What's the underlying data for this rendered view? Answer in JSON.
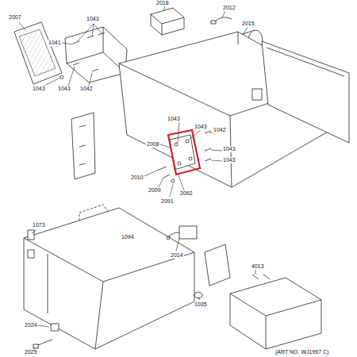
{
  "diagram": {
    "labels": [
      "2007",
      "2018",
      "2012",
      "2015",
      "1043",
      "1041",
      "1043",
      "1043",
      "1042",
      "1042",
      "1043",
      "1043",
      "2008",
      "1043",
      "1043",
      "2010",
      "2009",
      "2091",
      "2092",
      "1073",
      "1094",
      "2014",
      "4013",
      "1035",
      "2024",
      "2025",
      "(ART NO. WJ1997 C)"
    ]
  }
}
